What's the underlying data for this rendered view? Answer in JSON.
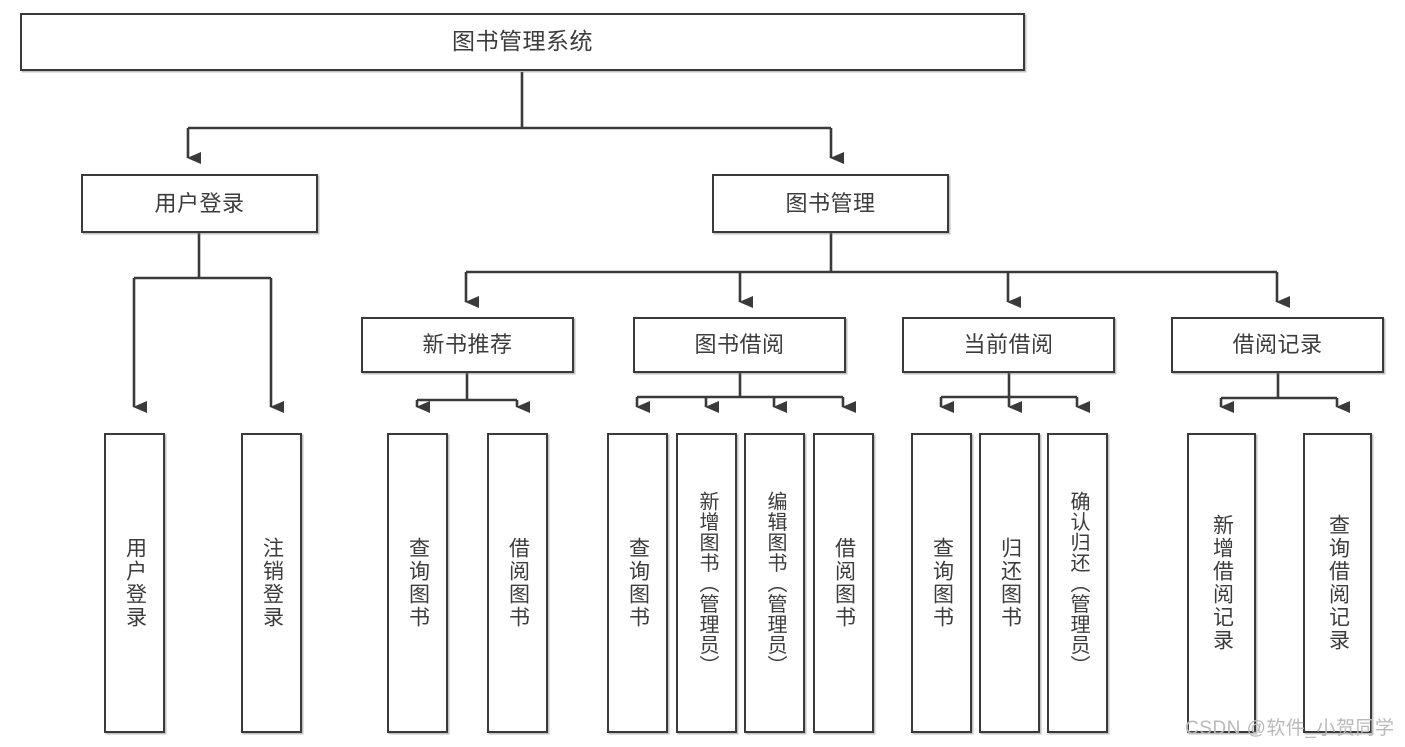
{
  "diagram": {
    "title_node": {
      "label": "图书管理系统"
    },
    "level1": [
      {
        "id": "user-login",
        "label": "用户登录"
      },
      {
        "id": "book-management",
        "label": "图书管理"
      }
    ],
    "level2": [
      {
        "id": "new-book-recommend",
        "label": "新书推荐"
      },
      {
        "id": "book-borrow",
        "label": "图书借阅"
      },
      {
        "id": "current-borrow",
        "label": "当前借阅"
      },
      {
        "id": "borrow-record",
        "label": "借阅记录"
      }
    ],
    "leaves": {
      "user_login": [
        {
          "id": "leaf-user-login",
          "label": "用户登录"
        },
        {
          "id": "leaf-logout-login",
          "label": "注销登录"
        }
      ],
      "new_book_recommend": [
        {
          "id": "leaf-query-book-1",
          "label": "查询图书"
        },
        {
          "id": "leaf-borrow-book-1",
          "label": "借阅图书"
        }
      ],
      "book_borrow": [
        {
          "id": "leaf-query-book-2",
          "label": "查询图书"
        },
        {
          "id": "leaf-add-book",
          "label": "新增图书（管理员）"
        },
        {
          "id": "leaf-edit-book",
          "label": "编辑图书（管理员）"
        },
        {
          "id": "leaf-borrow-book-2",
          "label": "借阅图书"
        }
      ],
      "current_borrow": [
        {
          "id": "leaf-query-book-3",
          "label": "查询图书"
        },
        {
          "id": "leaf-return-book",
          "label": "归还图书"
        },
        {
          "id": "leaf-confirm-return",
          "label": "确认归还（管理员）"
        }
      ],
      "borrow_record": [
        {
          "id": "leaf-add-record",
          "label": "新增借阅记录"
        },
        {
          "id": "leaf-query-record",
          "label": "查询借阅记录"
        }
      ]
    },
    "watermark": {
      "text": "CSDN @软件_小贺同学"
    },
    "colors": {
      "stroke": "#3a3a3a",
      "fill": "#ffffff",
      "text": "#3c3c3c",
      "watermark": "#b9b9b9"
    }
  }
}
